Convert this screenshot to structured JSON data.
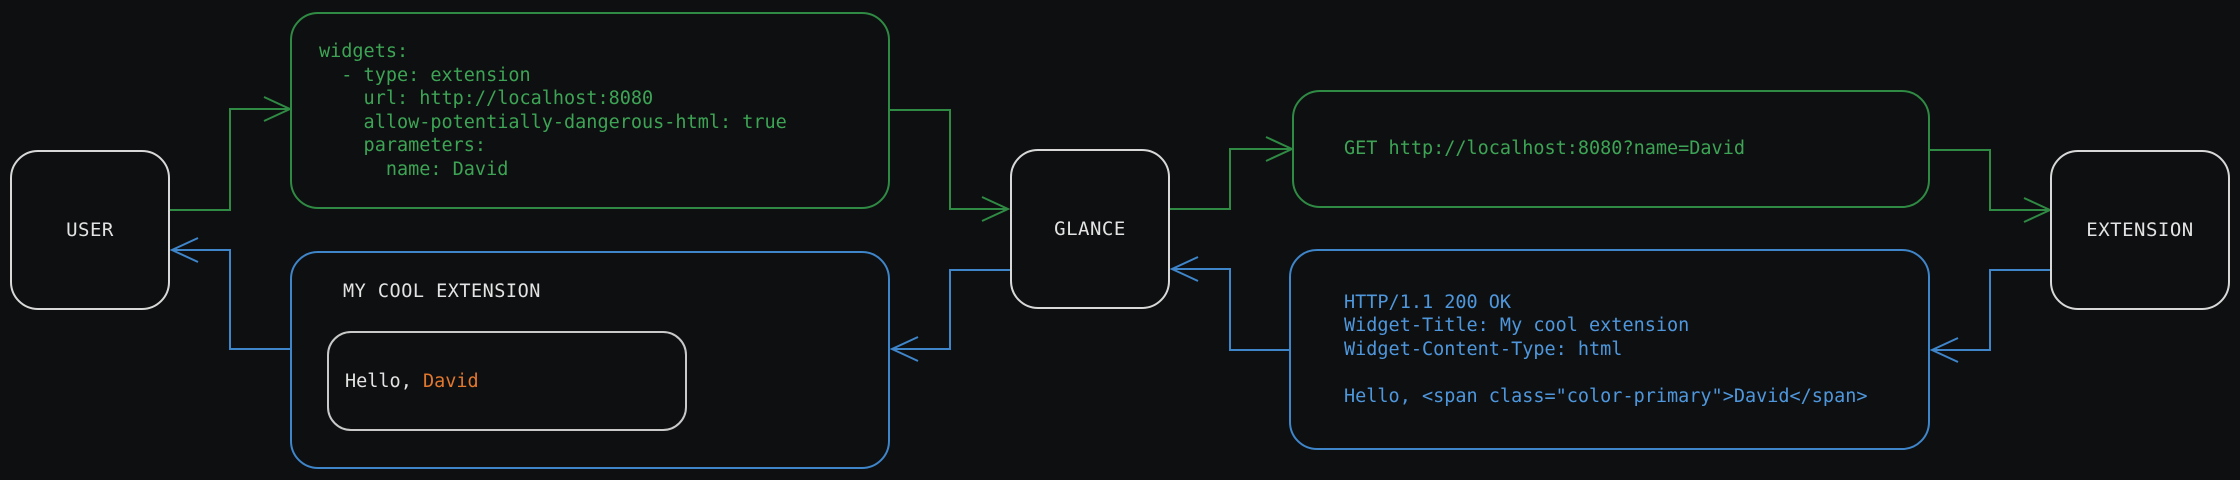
{
  "colors": {
    "background": "#0e0f10",
    "green_border": "#2f8a44",
    "green_text": "#3da455",
    "blue_border": "#3f85c9",
    "blue_text": "#4f97dd",
    "orange_accent": "#e2772e",
    "white_text": "#e3e3e3",
    "node_border": "#d8d8d8"
  },
  "nodes": {
    "user": {
      "label": "USER"
    },
    "glance": {
      "label": "GLANCE"
    },
    "extension": {
      "label": "EXTENSION"
    }
  },
  "config_box": {
    "lines": [
      "widgets:",
      "  - type: extension",
      "    url: http://localhost:8080",
      "    allow-potentially-dangerous-html: true",
      "    parameters:",
      "      name: David"
    ]
  },
  "request_box": {
    "text": "GET http://localhost:8080?name=David"
  },
  "response_box": {
    "lines": [
      "HTTP/1.1 200 OK",
      "Widget-Title: My cool extension",
      "Widget-Content-Type: html",
      "",
      "Hello, <span class=\"color-primary\">David</span>"
    ]
  },
  "widget_box": {
    "title": "MY COOL EXTENSION",
    "hello_prefix": "Hello, ",
    "hello_name": "David"
  }
}
